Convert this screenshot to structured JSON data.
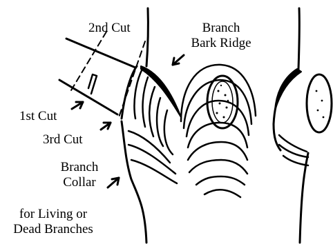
{
  "labels": {
    "second_cut": "2nd Cut",
    "bark_ridge_line1": "Branch",
    "bark_ridge_line2": "Bark Ridge",
    "first_cut": "1st Cut",
    "third_cut": "3rd Cut",
    "collar_line1": "Branch",
    "collar_line2": "Collar",
    "caption_line1": "for Living or",
    "caption_line2": "Dead Branches"
  },
  "colors": {
    "ink": "#000000",
    "background": "#ffffff"
  }
}
